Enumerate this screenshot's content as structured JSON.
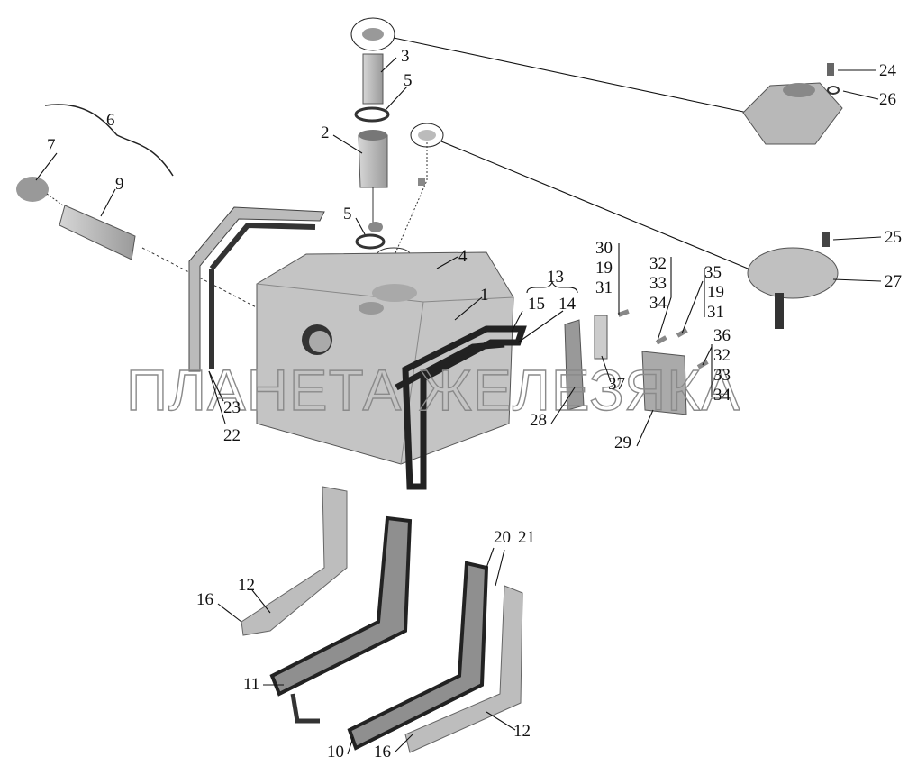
{
  "watermark": "ПЛАНЕТА ЖЕЛЕЗЯКА",
  "labels": [
    "3",
    "5",
    "2",
    "5",
    "4",
    "1",
    "13",
    "15",
    "14",
    "6",
    "7",
    "9",
    "23",
    "22",
    "24",
    "26",
    "25",
    "27",
    "30",
    "19",
    "31",
    "32",
    "33",
    "34",
    "35",
    "19",
    "31",
    "36",
    "32",
    "33",
    "34",
    "37",
    "28",
    "29",
    "12",
    "16",
    "11",
    "10",
    "16",
    "12",
    "20",
    "21"
  ],
  "colors": {
    "part": "#b8b8b8",
    "dark": "#303030",
    "line": "#111111"
  }
}
